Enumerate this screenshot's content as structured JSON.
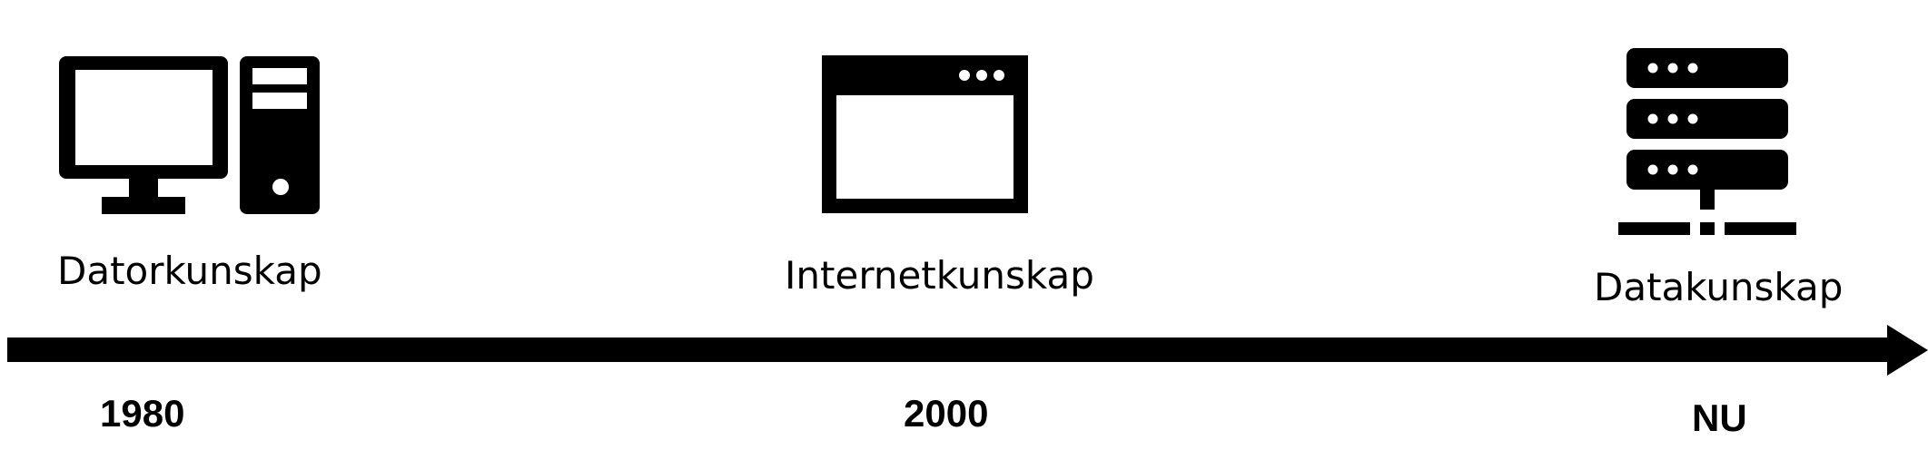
{
  "milestones": [
    {
      "label": "Datorkunskap",
      "period": "1980",
      "icon": "desktop-computer-icon"
    },
    {
      "label": "Internetkunskap",
      "period": "2000",
      "icon": "browser-window-icon"
    },
    {
      "label": "Datakunskap",
      "period": "NU",
      "icon": "server-database-icon"
    }
  ],
  "colors": {
    "foreground": "#000000",
    "background": "#ffffff"
  }
}
